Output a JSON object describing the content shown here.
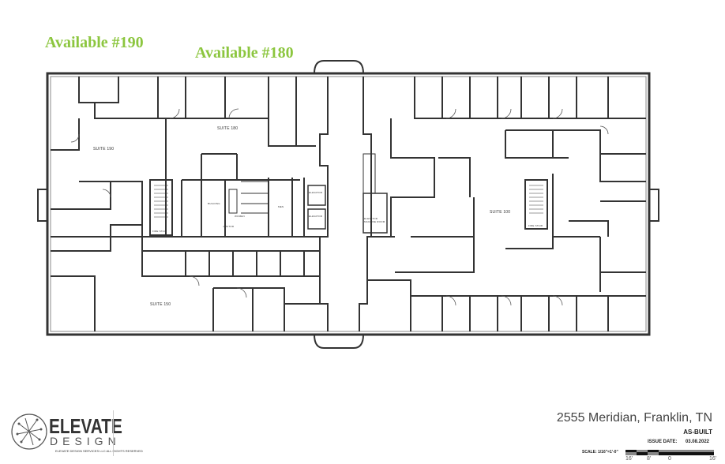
{
  "labels": {
    "available_190": "Available #190",
    "available_180": "Available #180"
  },
  "suites": {
    "suite_190": "SUITE 190",
    "suite_180": "SUITE 180",
    "suite_100": "SUITE 100",
    "suite_150": "SUITE 150"
  },
  "rooms": {
    "fire_stair_left": "FIRE STAIR",
    "fire_stair_right": "FIRE STAIR",
    "elevator_1": "ELEVATOR",
    "elevator_2": "ELEVATOR",
    "elevator_machine": "ELEVATOR MACHINE ROOM",
    "womens": "WOMEN",
    "mens": "MEN",
    "janitor": "JANITOR",
    "building": "BUILDING"
  },
  "title_block": {
    "address": "2555 Meridian, Franklin, TN",
    "status": "AS-BUILT",
    "issue_date_label": "ISSUE DATE:",
    "issue_date": "03.08.2022",
    "scale_label": "SCALE: 1/16\"=1'-0\"",
    "scale_ticks": [
      "16'",
      "8'",
      "0",
      "16'"
    ]
  },
  "logo": {
    "name": "ELEVATE",
    "sub": "DESIGN",
    "tagline": "ELEVATE DESIGN SERVICES LLC ALL RIGHTS RESERVED"
  },
  "colors": {
    "available_label": "#8cc63f",
    "walls": "#333333"
  }
}
